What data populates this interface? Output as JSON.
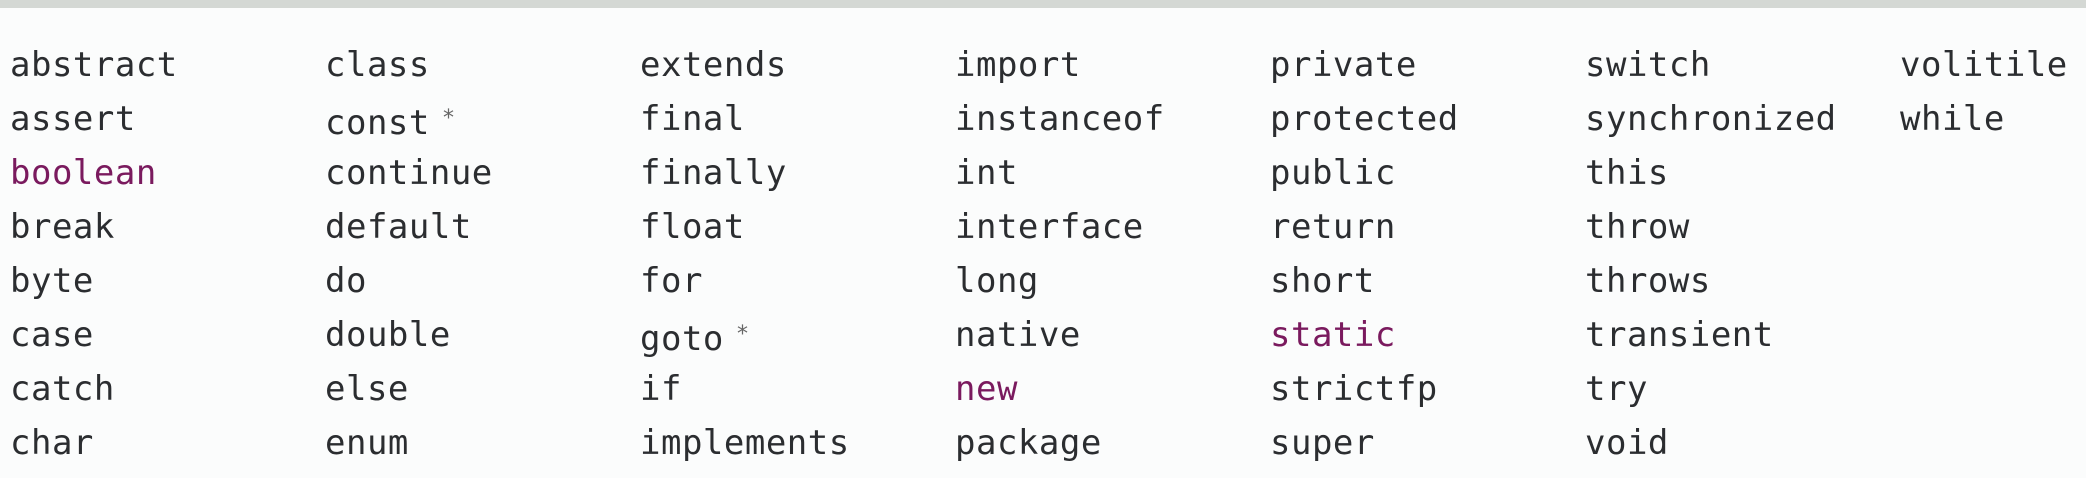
{
  "colors": {
    "text": "#2b2d30",
    "highlight": "#7a1a5e",
    "background": "#fbfcfc",
    "top_bar": "#d4d8d4"
  },
  "columns": [
    {
      "keywords": [
        {
          "text": "abstract"
        },
        {
          "text": "assert"
        },
        {
          "text": "boolean",
          "highlight": true
        },
        {
          "text": "break"
        },
        {
          "text": "byte"
        },
        {
          "text": "case"
        },
        {
          "text": "catch"
        },
        {
          "text": "char"
        }
      ]
    },
    {
      "keywords": [
        {
          "text": "class"
        },
        {
          "text": "const",
          "marker": "*"
        },
        {
          "text": "continue"
        },
        {
          "text": "default"
        },
        {
          "text": "do"
        },
        {
          "text": "double"
        },
        {
          "text": "else"
        },
        {
          "text": "enum"
        }
      ]
    },
    {
      "keywords": [
        {
          "text": "extends"
        },
        {
          "text": "final"
        },
        {
          "text": "finally"
        },
        {
          "text": "float"
        },
        {
          "text": "for"
        },
        {
          "text": "goto",
          "marker": "*"
        },
        {
          "text": "if"
        },
        {
          "text": "implements"
        }
      ]
    },
    {
      "keywords": [
        {
          "text": "import"
        },
        {
          "text": "instanceof"
        },
        {
          "text": "int"
        },
        {
          "text": "interface"
        },
        {
          "text": "long"
        },
        {
          "text": "native"
        },
        {
          "text": "new",
          "highlight": true
        },
        {
          "text": "package"
        }
      ]
    },
    {
      "keywords": [
        {
          "text": "private"
        },
        {
          "text": "protected"
        },
        {
          "text": "public"
        },
        {
          "text": "return"
        },
        {
          "text": "short"
        },
        {
          "text": "static",
          "highlight": true
        },
        {
          "text": "strictfp"
        },
        {
          "text": "super"
        }
      ]
    },
    {
      "keywords": [
        {
          "text": "switch"
        },
        {
          "text": "synchronized"
        },
        {
          "text": "this"
        },
        {
          "text": "throw"
        },
        {
          "text": "throws"
        },
        {
          "text": "transient"
        },
        {
          "text": "try"
        },
        {
          "text": "void"
        }
      ]
    },
    {
      "keywords": [
        {
          "text": "volitile"
        },
        {
          "text": "while"
        }
      ]
    }
  ]
}
